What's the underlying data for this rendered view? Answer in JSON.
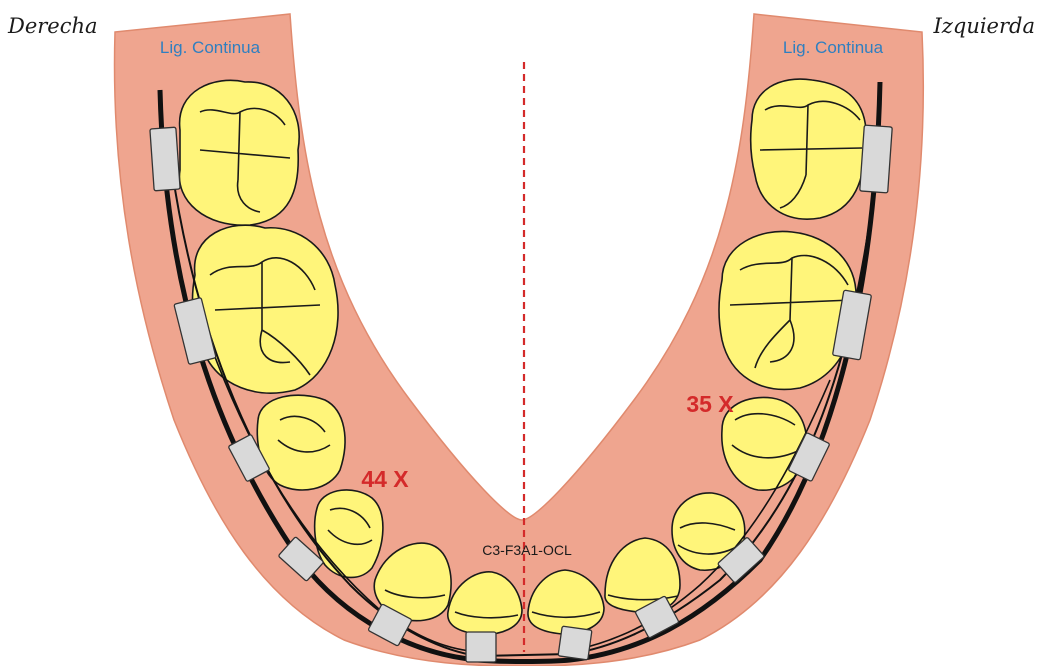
{
  "labels": {
    "right_side": "Derecha",
    "left_side": "Izquierda",
    "ligature_right": "Lig. Continua",
    "ligature_left": "Lig. Continua",
    "tooth_44": "44 X",
    "tooth_35": "35 X",
    "code": "C3-F3A1-OCL"
  },
  "colors": {
    "gum": "#EFA58F",
    "gum_stroke": "#E08A6E",
    "tooth": "#FFF57A",
    "bracket": "#D9D9D9",
    "wire": "#111111",
    "midline": "#D42A2A",
    "ligature_text": "#2F7FC0",
    "marker_text": "#D42A2A"
  },
  "icons": {
    "midline": "dashed-midline",
    "archwire": "orthodontic-archwire",
    "bracket": "orthodontic-bracket",
    "tooth": "tooth-crown"
  }
}
